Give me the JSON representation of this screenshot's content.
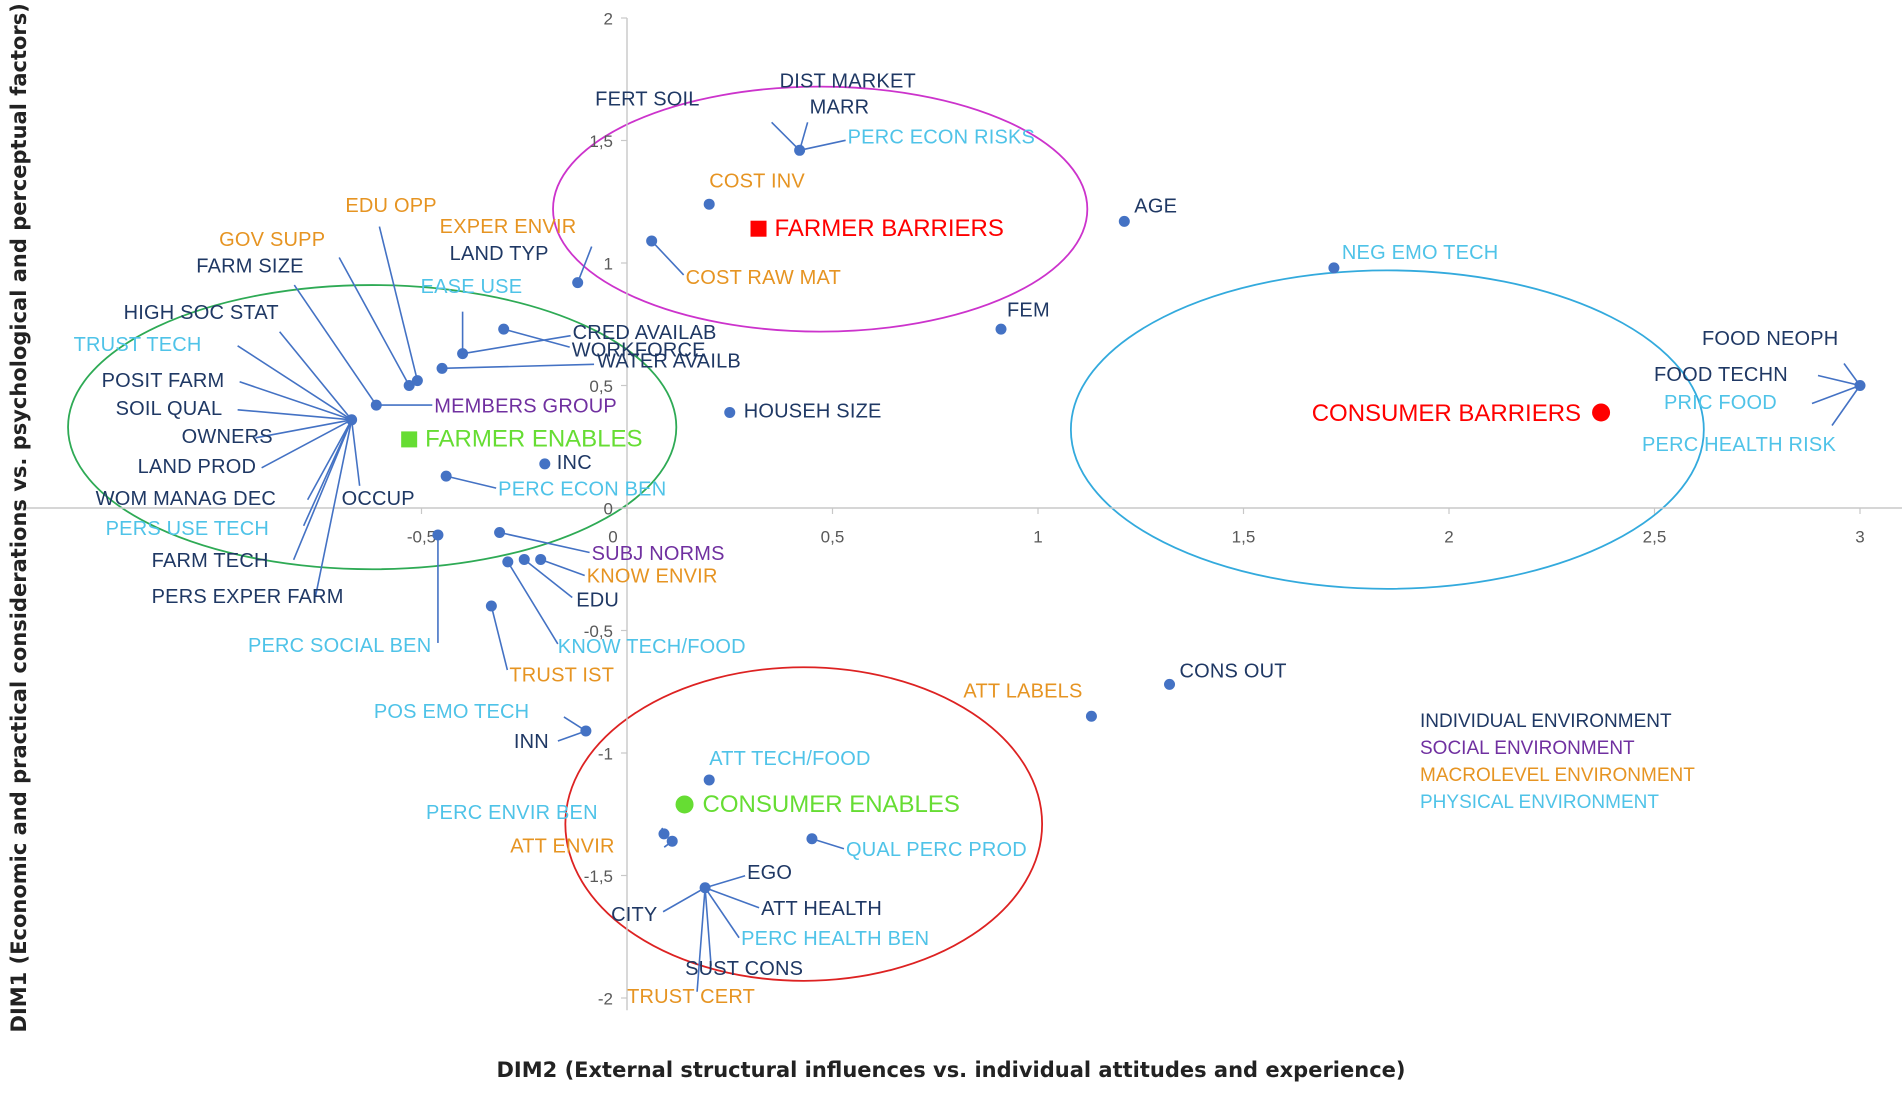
{
  "chart_data": {
    "type": "scatter",
    "xlabel": "DIM2 (External structural influences vs. individual attitudes and experience)",
    "ylabel": "DIM1 (Economic and practical considerations vs. psychological and perceptual factors)",
    "xlim": [
      -1.5,
      3.1
    ],
    "ylim": [
      -2.05,
      2.0
    ],
    "x_ticks": [
      -0.5,
      0,
      0.5,
      1,
      1.5,
      2,
      2.5,
      3
    ],
    "x_tick_labels": [
      "-0,5",
      "0",
      "0,5",
      "1",
      "1,5",
      "2",
      "2,5",
      "3"
    ],
    "y_ticks": [
      -2,
      -1.5,
      -1,
      -0.5,
      0,
      0.5,
      1,
      1.5,
      2
    ],
    "y_tick_labels": [
      "-2",
      "-1,5",
      "-1",
      "-0,5",
      "0",
      "0,5",
      "1",
      "1,5",
      "2"
    ],
    "grid": false,
    "colors": {
      "individual": "#1f3864",
      "social": "#7030a0",
      "macro": "#e69422",
      "physical": "#4fc3e8",
      "marker": "#4472c4",
      "barrier": "#ff0000",
      "enabler": "#66dd33",
      "farmer_barrier_ellipse": "#cc33cc",
      "farmer_enabler_ellipse": "#2eaa55",
      "consumer_barrier_ellipse": "#33aadd",
      "consumer_enabler_ellipse": "#dd2222"
    },
    "legend": {
      "placement": "bottom-right",
      "entries": [
        {
          "label": "INDIVIDUAL ENVIRONMENT",
          "category": "individual"
        },
        {
          "label": "SOCIAL ENVIRONMENT",
          "category": "social"
        },
        {
          "label": "MACROLEVEL ENVIRONMENT",
          "category": "macro"
        },
        {
          "label": "PHYSICAL ENVIRONMENT",
          "category": "physical"
        }
      ]
    },
    "centroids": [
      {
        "label": "FARMER BARRIERS",
        "x": 0.32,
        "y": 1.14,
        "shape": "square",
        "color": "barrier"
      },
      {
        "label": "FARMER ENABLES",
        "x": -0.53,
        "y": 0.28,
        "shape": "square",
        "color": "enabler"
      },
      {
        "label": "CONSUMER BARRIERS",
        "x": 2.37,
        "y": 0.39,
        "shape": "circle",
        "color": "barrier"
      },
      {
        "label": "CONSUMER ENABLES",
        "x": 0.14,
        "y": -1.21,
        "shape": "circle",
        "color": "enabler"
      }
    ],
    "ellipses": [
      {
        "cx": 0.47,
        "cy": 1.22,
        "rx": 0.65,
        "ry": 0.5,
        "color": "farmer_barrier_ellipse"
      },
      {
        "cx": -0.62,
        "cy": 0.33,
        "rx": 0.74,
        "ry": 0.58,
        "color": "farmer_enabler_ellipse"
      },
      {
        "cx": 1.85,
        "cy": 0.32,
        "rx": 0.77,
        "ry": 0.65,
        "color": "consumer_barrier_ellipse"
      },
      {
        "cx": 0.43,
        "cy": -1.29,
        "rx": 0.58,
        "ry": 0.64,
        "color": "consumer_enabler_ellipse"
      }
    ],
    "groups": [
      {
        "x": 0.42,
        "y": 1.46,
        "labels": [
          {
            "text": "FERT SOIL",
            "category": "individual"
          },
          {
            "text": "DIST MARKET",
            "category": "individual"
          },
          {
            "text": "MARR",
            "category": "individual"
          },
          {
            "text": "PERC ECON RISKS",
            "category": "physical"
          }
        ]
      },
      {
        "x": 0.2,
        "y": 1.24,
        "labels": [
          {
            "text": "COST INV",
            "category": "macro"
          }
        ]
      },
      {
        "x": 0.06,
        "y": 1.09,
        "labels": [
          {
            "text": "COST RAW MAT",
            "category": "macro"
          }
        ]
      },
      {
        "x": -0.12,
        "y": 0.92,
        "labels": [
          {
            "text": "EXPER ENVIR",
            "category": "macro"
          },
          {
            "text": "LAND TYP",
            "category": "individual"
          }
        ]
      },
      {
        "x": -0.3,
        "y": 0.73,
        "labels": [
          {
            "text": "WORKFORCE",
            "category": "individual"
          }
        ]
      },
      {
        "x": -0.4,
        "y": 0.63,
        "labels": [
          {
            "text": "CRED AVAILAB",
            "category": "individual"
          },
          {
            "text": "EASE USE",
            "category": "physical"
          }
        ]
      },
      {
        "x": -0.45,
        "y": 0.57,
        "labels": [
          {
            "text": "WATER AVAILB",
            "category": "individual"
          }
        ]
      },
      {
        "x": -0.51,
        "y": 0.52,
        "labels": [
          {
            "text": "EDU OPP",
            "category": "macro"
          }
        ]
      },
      {
        "x": -0.53,
        "y": 0.5,
        "labels": [
          {
            "text": "GOV SUPP",
            "category": "macro"
          }
        ]
      },
      {
        "x": -0.61,
        "y": 0.42,
        "labels": [
          {
            "text": "FARM SIZE",
            "category": "individual"
          },
          {
            "text": "MEMBERS GROUP",
            "category": "social"
          }
        ]
      },
      {
        "x": -0.67,
        "y": 0.36,
        "labels": [
          {
            "text": "HIGH SOC STAT",
            "category": "individual"
          },
          {
            "text": "TRUST TECH",
            "category": "physical"
          },
          {
            "text": "POSIT FARM",
            "category": "individual"
          },
          {
            "text": "SOIL QUAL",
            "category": "individual"
          },
          {
            "text": "OWNERS",
            "category": "individual"
          },
          {
            "text": "LAND PROD",
            "category": "individual"
          },
          {
            "text": "WOM MANAG DEC",
            "category": "individual"
          },
          {
            "text": "OCCUP",
            "category": "individual"
          },
          {
            "text": "PERS USE TECH",
            "category": "physical"
          },
          {
            "text": "FARM TECH",
            "category": "individual"
          },
          {
            "text": "PERS EXPER FARM",
            "category": "individual"
          }
        ]
      },
      {
        "x": 0.25,
        "y": 0.39,
        "labels": [
          {
            "text": "HOUSEH  SIZE",
            "category": "individual"
          }
        ]
      },
      {
        "x": -0.2,
        "y": 0.18,
        "labels": [
          {
            "text": "INC",
            "category": "individual"
          }
        ]
      },
      {
        "x": -0.44,
        "y": 0.13,
        "labels": [
          {
            "text": "PERC ECON BEN",
            "category": "physical"
          }
        ]
      },
      {
        "x": -0.31,
        "y": -0.1,
        "labels": [
          {
            "text": "SUBJ NORMS",
            "category": "social"
          }
        ]
      },
      {
        "x": -0.21,
        "y": -0.21,
        "labels": [
          {
            "text": "KNOW ENVIR",
            "category": "macro"
          }
        ]
      },
      {
        "x": -0.25,
        "y": -0.21,
        "labels": [
          {
            "text": "EDU",
            "category": "individual"
          }
        ]
      },
      {
        "x": -0.29,
        "y": -0.22,
        "labels": [
          {
            "text": "KNOW TECH/FOOD",
            "category": "physical"
          }
        ]
      },
      {
        "x": -0.46,
        "y": -0.11,
        "labels": [
          {
            "text": "PERC SOCIAL BEN",
            "category": "physical"
          }
        ]
      },
      {
        "x": -0.33,
        "y": -0.4,
        "labels": [
          {
            "text": "TRUST IST",
            "category": "macro"
          }
        ]
      },
      {
        "x": -0.1,
        "y": -0.91,
        "labels": [
          {
            "text": "POS EMO TECH",
            "category": "physical"
          },
          {
            "text": "INN",
            "category": "individual"
          }
        ]
      },
      {
        "x": 1.21,
        "y": 1.17,
        "labels": [
          {
            "text": "AGE",
            "category": "individual"
          }
        ]
      },
      {
        "x": 1.72,
        "y": 0.98,
        "labels": [
          {
            "text": "NEG EMO TECH",
            "category": "physical"
          }
        ]
      },
      {
        "x": 0.91,
        "y": 0.73,
        "labels": [
          {
            "text": "FEM",
            "category": "individual"
          }
        ]
      },
      {
        "x": 3.0,
        "y": 0.5,
        "labels": [
          {
            "text": "FOOD NEOPH",
            "category": "individual"
          },
          {
            "text": "FOOD TECHN",
            "category": "individual"
          },
          {
            "text": "PRIC FOOD",
            "category": "physical"
          },
          {
            "text": "PERC HEALTH RISK",
            "category": "physical"
          }
        ]
      },
      {
        "x": 1.32,
        "y": -0.72,
        "labels": [
          {
            "text": "CONS OUT",
            "category": "individual"
          }
        ]
      },
      {
        "x": 1.13,
        "y": -0.85,
        "labels": [
          {
            "text": "ATT LABELS",
            "category": "macro"
          }
        ]
      },
      {
        "x": 0.2,
        "y": -1.11,
        "labels": [
          {
            "text": "ATT TECH/FOOD",
            "category": "physical"
          }
        ]
      },
      {
        "x": 0.09,
        "y": -1.33,
        "labels": [
          {
            "text": "PERC ENVIR BEN",
            "category": "physical"
          }
        ]
      },
      {
        "x": 0.11,
        "y": -1.36,
        "labels": [
          {
            "text": "ATT ENVIR",
            "category": "macro"
          }
        ]
      },
      {
        "x": 0.45,
        "y": -1.35,
        "labels": [
          {
            "text": "QUAL PERC PROD",
            "category": "physical"
          }
        ]
      },
      {
        "x": 0.19,
        "y": -1.55,
        "labels": [
          {
            "text": "EGO",
            "category": "individual"
          },
          {
            "text": "ATT HEALTH",
            "category": "individual"
          },
          {
            "text": "CITY",
            "category": "individual"
          },
          {
            "text": "PERC HEALTH BEN",
            "category": "physical"
          },
          {
            "text": "SUST CONS",
            "category": "individual"
          },
          {
            "text": "TRUST CERT",
            "category": "macro"
          }
        ]
      }
    ]
  }
}
